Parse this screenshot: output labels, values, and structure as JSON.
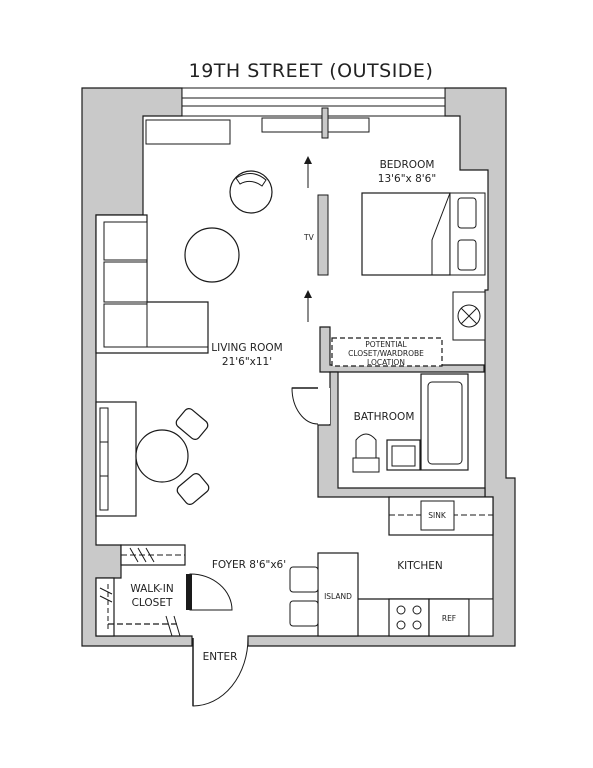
{
  "title": "19TH STREET (OUTSIDE)",
  "rooms": {
    "bedroom": {
      "name": "BEDROOM",
      "dims": "13'6\"x 8'6\""
    },
    "living": {
      "name": "LIVING ROOM",
      "dims": "21'6\"x11'"
    },
    "bathroom": {
      "name": "BATHROOM"
    },
    "foyer": {
      "name": "FOYER 8'6\"x6'"
    },
    "kitchen": {
      "name": "KITCHEN"
    },
    "walkin": {
      "line1": "WALK-IN",
      "line2": "CLOSET"
    }
  },
  "labels": {
    "tv": "TV",
    "closet_line1": "POTENTIAL",
    "closet_line2": "CLOSET/WARDROBE",
    "closet_line3": "LOCATION",
    "sink": "SINK",
    "island": "ISLAND",
    "ref": "REF",
    "enter": "ENTER"
  },
  "colors": {
    "wall": "#c9c9c9",
    "line": "#1a1a1a",
    "fill": "#ffffff"
  }
}
